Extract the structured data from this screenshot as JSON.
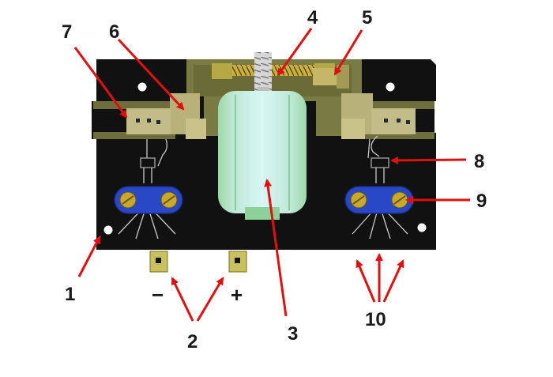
{
  "diagram": {
    "callouts": {
      "c1": "1",
      "c2": "2",
      "c3": "3",
      "c4": "4",
      "c5": "5",
      "c6": "6",
      "c7": "7",
      "c8": "8",
      "c9": "9",
      "c10": "10"
    },
    "terminal_signs": {
      "minus": "−",
      "plus": "+"
    }
  },
  "colors": {
    "board": "#111111",
    "olive": "#7a7a44",
    "khaki": "#b8b27a",
    "motor_body": "#c8f0ec",
    "motor_side": "#9ed8a8",
    "clamp_blue": "#2848c8",
    "screw_gold": "#c8a830",
    "arrow_red": "#e01010"
  }
}
